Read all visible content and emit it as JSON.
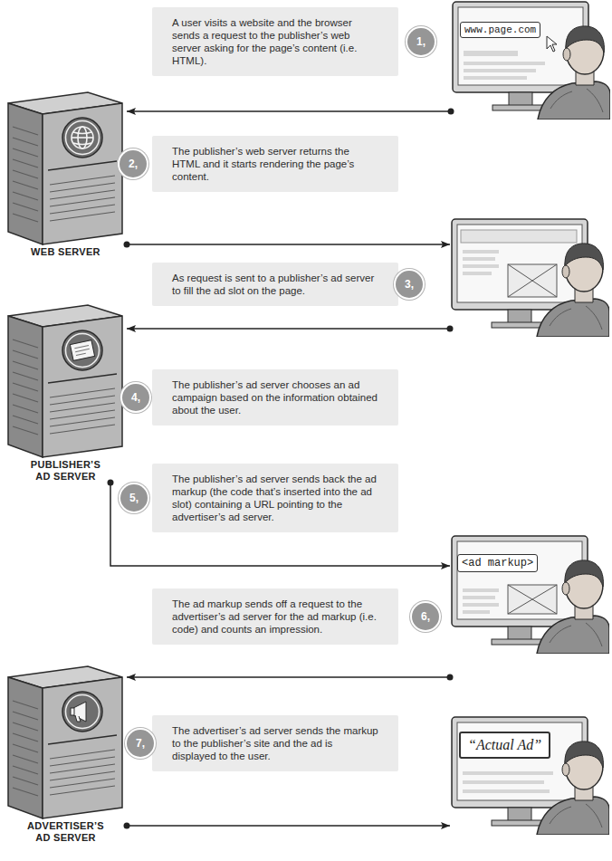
{
  "diagram": {
    "nodes": [
      {
        "text": [
          "1,",
          "A user visits a website and the browser sends a request to the publisher’s web server asking for the page’s content (i.e. HTML)."
        ]
      },
      {
        "text": [
          "www.page.com"
        ]
      },
      {
        "text": [
          "WEB SERVER"
        ]
      },
      {
        "text": [
          "2,",
          "The publisher’s web server returns the HTML and it starts rendering the page’s content."
        ]
      },
      {
        "text": []
      },
      {
        "text": [
          "3,",
          "As request is sent to a publisher’s ad server to fill the ad slot on the page."
        ]
      },
      {
        "text": [
          "PUBLISHER’S AD SERVER"
        ]
      },
      {
        "text": [
          "4,",
          "The publisher’s ad server chooses an ad campaign based on the information obtained about the user."
        ]
      },
      {
        "text": [
          "5,",
          "The publisher’s ad server sends back the ad markup (the code that’s inserted into the ad slot) containing a URL pointing to the advertiser’s ad server."
        ]
      },
      {
        "text": [
          "<ad markup>"
        ]
      },
      {
        "text": [
          "6,",
          "The ad markup sends off a request to the advertiser’s ad server for the ad markup (i.e. code) and counts an impression."
        ]
      },
      {
        "text": [
          "ADVERTISER’S AD SERVER"
        ]
      },
      {
        "text": [
          "7,",
          "The advertiser’s ad server sends the markup to the publisher’s site and the ad is displayed to the user."
        ]
      },
      {
        "text": [
          "“Actual Ad”"
        ]
      }
    ],
    "edges": [
      {
        "from": 1,
        "to": 2,
        "arrow": "to"
      },
      {
        "from": 2,
        "to": 4,
        "arrow": "to"
      },
      {
        "from": 4,
        "to": 6,
        "arrow": "to"
      },
      {
        "from": 6,
        "to": 9,
        "arrow": "to"
      },
      {
        "from": 9,
        "to": 11,
        "arrow": "to"
      },
      {
        "from": 11,
        "to": 13,
        "arrow": "to"
      }
    ]
  }
}
